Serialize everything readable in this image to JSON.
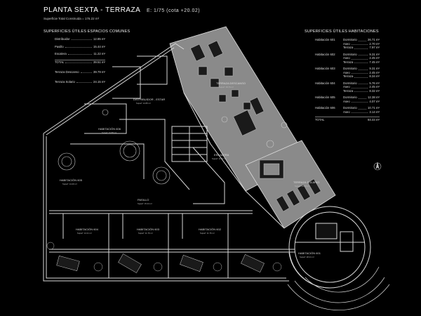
{
  "title": {
    "main": "PLANTA SEXTA - TERRAZA",
    "scale": "E: 1/75  (cota +20.02)",
    "subtitle": "Superficie Total Construida = 176.22 m²"
  },
  "common": {
    "heading": "SUPERFICIES ÚTILES ESPACIOS COMUNES",
    "rows": [
      {
        "name": "Distribuidor",
        "value": "12.85 m²"
      },
      {
        "name": "Pasillo",
        "value": "15.44 m²"
      },
      {
        "name": "Escalera",
        "value": "11.22 m²"
      },
      {
        "name": "TOTAL",
        "value": "39.51 m²"
      },
      {
        "name": "Terraza Descanso",
        "value": "39.79 m²"
      },
      {
        "name": "Terraza Solario",
        "value": "24.15 m²"
      }
    ]
  },
  "rooms": {
    "heading": "SUPERFICIES ÚTILES HABITACIONES",
    "groups": [
      {
        "name": "Habitación 601",
        "rows": [
          {
            "k": "Dormitorio",
            "v": "26.71 m²"
          },
          {
            "k": "Aseo",
            "v": "2.70 m²"
          },
          {
            "k": "Terraza",
            "v": "7.97 m²"
          }
        ]
      },
      {
        "name": "Habitación 602",
        "rows": [
          {
            "k": "Dormitorio",
            "v": "9.31 m²"
          },
          {
            "k": "Aseo",
            "v": "2.45 m²"
          },
          {
            "k": "Terraza",
            "v": "7.45 m²"
          }
        ]
      },
      {
        "name": "Habitación 603",
        "rows": [
          {
            "k": "Dormitorio",
            "v": "9.31 m²"
          },
          {
            "k": "Aseo",
            "v": "2.45 m²"
          },
          {
            "k": "Terraza",
            "v": "8.34 m²"
          }
        ]
      },
      {
        "name": "Habitación 604",
        "rows": [
          {
            "k": "Dormitorio",
            "v": "5.76 m²"
          },
          {
            "k": "Aseo",
            "v": "2.45 m²"
          },
          {
            "k": "Terraza",
            "v": "8.32 m²"
          }
        ]
      },
      {
        "name": "Habitación 605",
        "rows": [
          {
            "k": "Dormitorio",
            "v": "12.38 m²"
          },
          {
            "k": "Aseo",
            "v": "4.07 m²"
          }
        ]
      },
      {
        "name": "Habitación 606",
        "rows": [
          {
            "k": "Dormitorio",
            "v": "10.71 m²"
          },
          {
            "k": "Aseo",
            "v": "3.14 m²"
          }
        ]
      }
    ],
    "total_label": "TOTAL",
    "total_value": "93.44 m²"
  },
  "plan": {
    "labels": {
      "distribuidor": "DISTRIBUIDOR - ESTAR",
      "distribuidor_sub": "Superf: 12.85 m²",
      "terraza_descanso": "TERRAZA DESCANSO",
      "terraza_descanso_sub": "Superf: 39.79 m²",
      "terraza_solario": "TERRAZA SOLARIO",
      "terraza_solario_sub": "Superf: 24.15 m²",
      "escalera": "ESCALERA",
      "escalera_sub": "Superf: 11.22 m²",
      "pasillo": "PASILLO",
      "pasillo_sub": "Superf: 15.44 m²",
      "hab606": "HABITACIÓN 606",
      "hab606_sub": "Superf: 10.88 m²",
      "hab605": "HABITACIÓN 605",
      "hab605_sub": "Superf: 14.40 m²",
      "hab604": "HABITACIÓN 604",
      "hab604_sub": "Superf: 12.21 m²",
      "hab603": "HABITACIÓN 603",
      "hab603_sub": "Superf: 11.76 m²",
      "hab602": "HABITACIÓN 602",
      "hab602_sub": "Superf: 11.76 m²",
      "hab601": "HABITACIÓN 601",
      "hab601_sub": "Superf: 28.41 m²"
    },
    "colors": {
      "background": "#000000",
      "line": "#d9d9d9",
      "terrace_fill": "#8a8a8a"
    }
  }
}
